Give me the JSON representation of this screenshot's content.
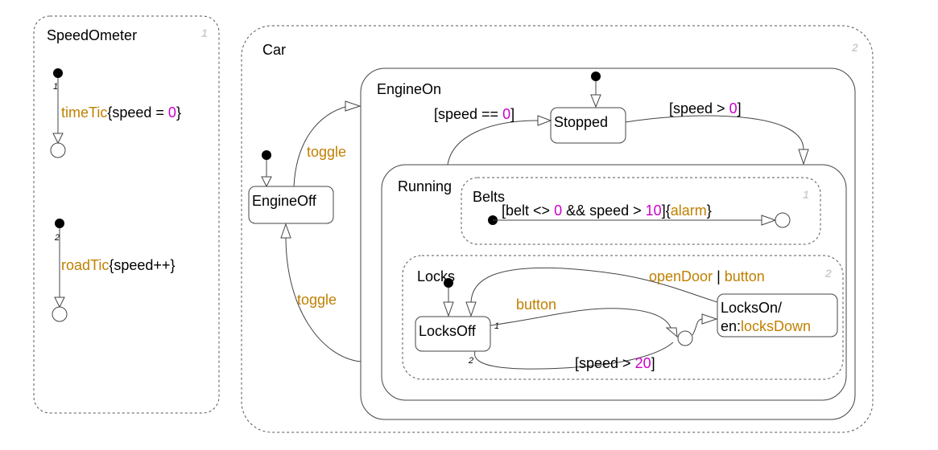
{
  "states": {
    "speedometer": {
      "name": "SpeedOmeter",
      "order": "1"
    },
    "car": {
      "name": "Car",
      "order": "2"
    },
    "engine_on": {
      "name": "EngineOn"
    },
    "engine_off": {
      "name": "EngineOff"
    },
    "stopped": {
      "name": "Stopped"
    },
    "running": {
      "name": "Running"
    },
    "belts": {
      "name": "Belts",
      "order": "1"
    },
    "locks": {
      "name": "Locks",
      "order": "2"
    },
    "locks_off": {
      "name": "LocksOff"
    },
    "locks_on": {
      "name": "LocksOn/",
      "entry_prefix": "en:",
      "entry_action": "locksDown"
    }
  },
  "transitions": {
    "speedometer_1": {
      "index": "1",
      "event": "timeTic",
      "action_open": "{speed = ",
      "action_value": "0",
      "action_close": "}"
    },
    "speedometer_2": {
      "index": "2",
      "event": "roadTic",
      "action": "{speed++}"
    },
    "toggle_on": {
      "event": "toggle"
    },
    "toggle_off": {
      "event": "toggle"
    },
    "to_stopped": {
      "guard_open": "[speed == ",
      "guard_value": "0",
      "guard_close": "]"
    },
    "to_running": {
      "guard_open": "[speed > ",
      "guard_value": "0",
      "guard_close": "]"
    },
    "belts": {
      "guard_open": "[belt <> ",
      "guard_value1": "0",
      "guard_mid": " && speed > ",
      "guard_value2": "10",
      "guard_close": "]",
      "action_open": "{",
      "action_event": "alarm",
      "action_close": "}"
    },
    "locks_button": {
      "index": "1",
      "event": "button"
    },
    "locks_speed": {
      "index": "2",
      "guard_open": "[speed > ",
      "guard_value": "20",
      "guard_close": "]"
    },
    "locks_back": {
      "event1": "openDoor",
      "separator": " | ",
      "event2": "button"
    }
  },
  "colors": {
    "event": "#c08000",
    "number": "#cc00cc",
    "outline": "#444444",
    "order_number": "#cfcfcf"
  }
}
